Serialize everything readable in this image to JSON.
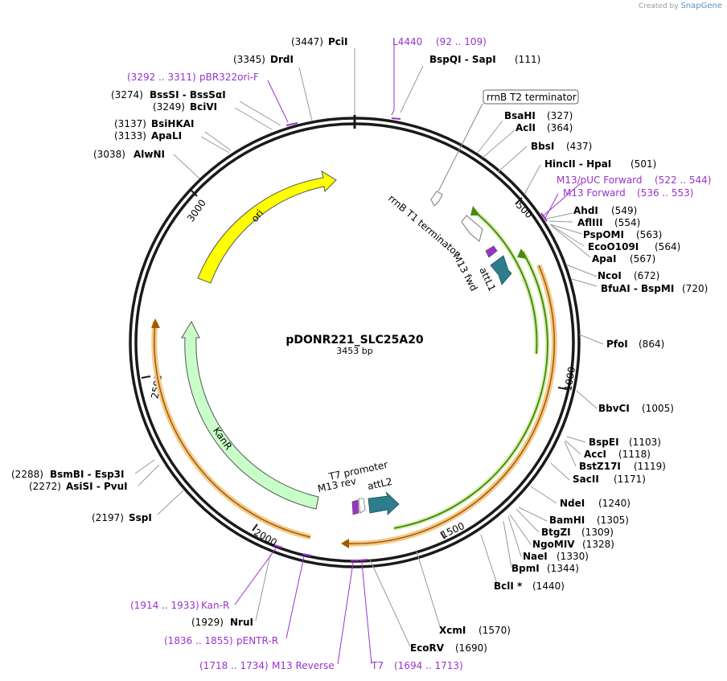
{
  "credit": {
    "prefix": "Created by",
    "brand": "SnapGene"
  },
  "plasmid": {
    "name": "pDONR221_SLC25A20",
    "length_label": "3453 bp",
    "length": 3453
  },
  "ticks": [
    {
      "pos": 500,
      "label": "500"
    },
    {
      "pos": 1000,
      "label": "1000"
    },
    {
      "pos": 1500,
      "label": "1500"
    },
    {
      "pos": 2000,
      "label": "2000"
    },
    {
      "pos": 2500,
      "label": "2500"
    },
    {
      "pos": 3000,
      "label": "3000"
    }
  ],
  "sites": [
    {
      "name": "PciI",
      "pos": "(3447)",
      "side": "L"
    },
    {
      "name": "DrdI",
      "pos": "(3345)",
      "side": "L"
    },
    {
      "name": "BssSI  -  BssSαI",
      "pos": "(3274)",
      "side": "L"
    },
    {
      "name": "BciVI",
      "pos": "(3249)",
      "side": "L"
    },
    {
      "name": "BsiHKAI",
      "pos": "(3137)",
      "side": "L"
    },
    {
      "name": "ApaLI",
      "pos": "(3133)",
      "side": "L"
    },
    {
      "name": "AlwNI",
      "pos": "(3038)",
      "side": "L"
    },
    {
      "name": "BspQI  -  SapI",
      "pos": "(111)",
      "side": "R"
    },
    {
      "name": "BsaHI",
      "pos": "(327)",
      "side": "R"
    },
    {
      "name": "AclI",
      "pos": "(364)",
      "side": "R"
    },
    {
      "name": "BbsI",
      "pos": "(437)",
      "side": "R"
    },
    {
      "name": "HincII  -  HpaI",
      "pos": "(501)",
      "side": "R"
    },
    {
      "name": "AhdI",
      "pos": "(549)",
      "side": "R"
    },
    {
      "name": "AflIII",
      "pos": "(554)",
      "side": "R"
    },
    {
      "name": "PspOMI",
      "pos": "(563)",
      "side": "R"
    },
    {
      "name": "EcoO109I",
      "pos": "(564)",
      "side": "R"
    },
    {
      "name": "ApaI",
      "pos": "(567)",
      "side": "R"
    },
    {
      "name": "NcoI",
      "pos": "(672)",
      "side": "R"
    },
    {
      "name": "BfuAI  -  BspMI",
      "pos": "(720)",
      "side": "R"
    },
    {
      "name": "PfoI",
      "pos": "(864)",
      "side": "R"
    },
    {
      "name": "BbvCI",
      "pos": "(1005)",
      "side": "R"
    },
    {
      "name": "BspEI",
      "pos": "(1103)",
      "side": "R"
    },
    {
      "name": "AccI",
      "pos": "(1118)",
      "side": "R"
    },
    {
      "name": "BstZ17I",
      "pos": "(1119)",
      "side": "R"
    },
    {
      "name": "SacII",
      "pos": "(1171)",
      "side": "R"
    },
    {
      "name": "NdeI",
      "pos": "(1240)",
      "side": "R"
    },
    {
      "name": "BamHI",
      "pos": "(1305)",
      "side": "R"
    },
    {
      "name": "BtgZI",
      "pos": "(1309)",
      "side": "R"
    },
    {
      "name": "NgoMIV",
      "pos": "(1328)",
      "side": "R"
    },
    {
      "name": "NaeI",
      "pos": "(1330)",
      "side": "R"
    },
    {
      "name": "BpmI",
      "pos": "(1344)",
      "side": "R"
    },
    {
      "name": "BclI *",
      "pos": "(1440)",
      "side": "R"
    },
    {
      "name": "XcmI",
      "pos": "(1570)",
      "side": "R"
    },
    {
      "name": "EcoRV",
      "pos": "(1690)",
      "side": "R"
    },
    {
      "name": "NruI",
      "pos": "(1929)",
      "side": "L"
    },
    {
      "name": "SspI",
      "pos": "(2197)",
      "side": "L"
    },
    {
      "name": "AsiSI  -  PvuI",
      "pos": "(2272)",
      "side": "L"
    },
    {
      "name": "BsmBI  -  Esp3I",
      "pos": "(2288)",
      "side": "L"
    }
  ],
  "primers": [
    {
      "name": "L4440",
      "range": "(92 .. 109)",
      "side": "R"
    },
    {
      "name": "pBR322ori-F",
      "range": "(3292 .. 3311)",
      "side": "L"
    },
    {
      "name": "M13/pUC Forward",
      "range": "(522 .. 544)",
      "side": "R"
    },
    {
      "name": "M13 Forward",
      "range": "(536 .. 553)",
      "side": "R"
    },
    {
      "name": "Kan-R",
      "range": "(1914 .. 1933)",
      "side": "L"
    },
    {
      "name": "pENTR-R",
      "range": "(1836 .. 1855)",
      "side": "L"
    },
    {
      "name": "M13 Reverse",
      "range": "(1718 .. 1734)",
      "side": "L"
    },
    {
      "name": "T7",
      "range": "(1694 .. 1713)",
      "side": "R"
    }
  ],
  "features": {
    "ori": "ori",
    "kanr": "KanR",
    "rrnb_t2": "rrnB T2 terminator",
    "rrnb_t1": "rrnB T1 terminator",
    "m13_fwd": "M13 fwd",
    "attl1": "attL1",
    "t7_promoter": "T7 promoter",
    "m13_rev": "M13 rev",
    "attl2": "attL2"
  },
  "colors": {
    "backbone": "#1a1a1a",
    "ori": "#ffff00",
    "kanr": "#c8ffc8",
    "att": "#2e7d8c",
    "primer": "#9933cc",
    "insert_orf": "#7ab31e",
    "insert_glow": "#f4c98a"
  }
}
